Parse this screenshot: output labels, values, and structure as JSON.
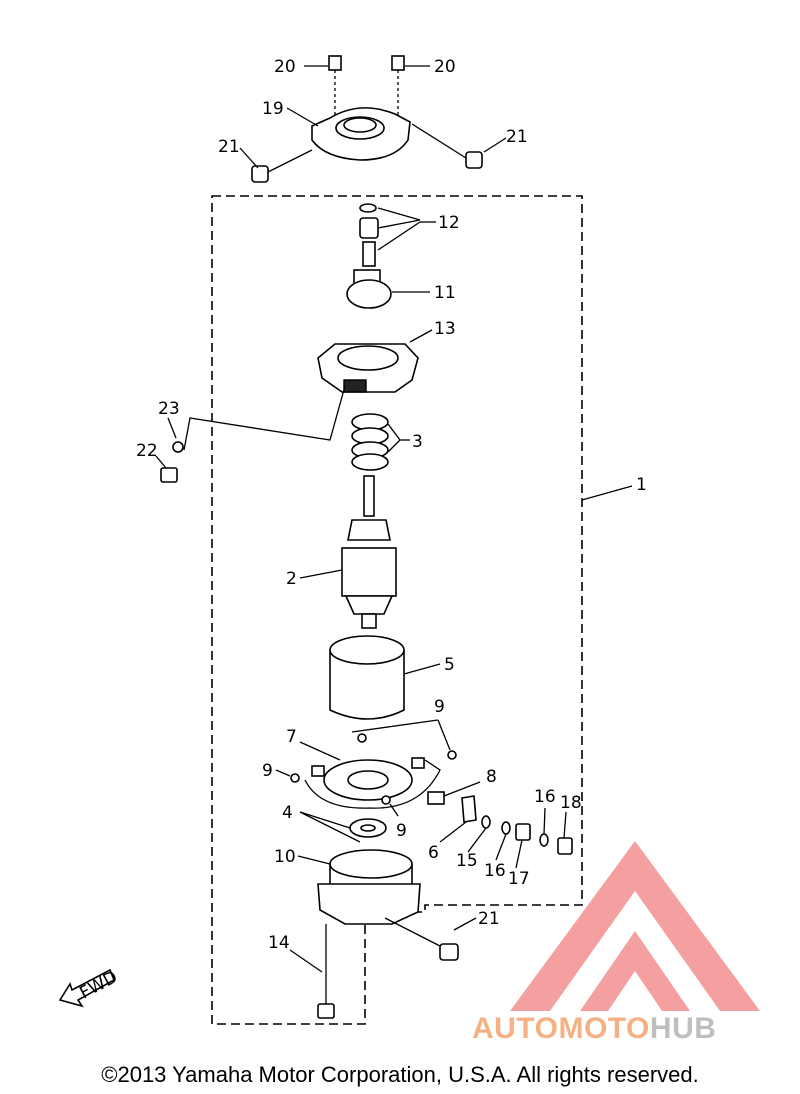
{
  "labels": {
    "p20_left": "20",
    "p20_right": "20",
    "p19": "19",
    "p21_left": "21",
    "p21_right": "21",
    "p12": "12",
    "p11": "11",
    "p13": "13",
    "p23": "23",
    "p22": "22",
    "p3": "3",
    "p1": "1",
    "p2": "2",
    "p5": "5",
    "p9_top": "9",
    "p7": "7",
    "p9_left": "9",
    "p8": "8",
    "p4": "4",
    "p9_bottom": "9",
    "p16_top": "16",
    "p18": "18",
    "p6": "6",
    "p15": "15",
    "p16_bottom": "16",
    "p17": "17",
    "p10": "10",
    "p21_bottom": "21",
    "p14": "14"
  },
  "fwd_label": "FWD",
  "watermark": {
    "part1": "AUTOMOTO",
    "part2": "HUB",
    "colors": {
      "triangle": "#f08080",
      "text_orange": "#f5b183",
      "text_gray": "#bfbfbf"
    }
  },
  "copyright": "©2013 Yamaha Motor Corporation, U.S.A. All rights reserved."
}
